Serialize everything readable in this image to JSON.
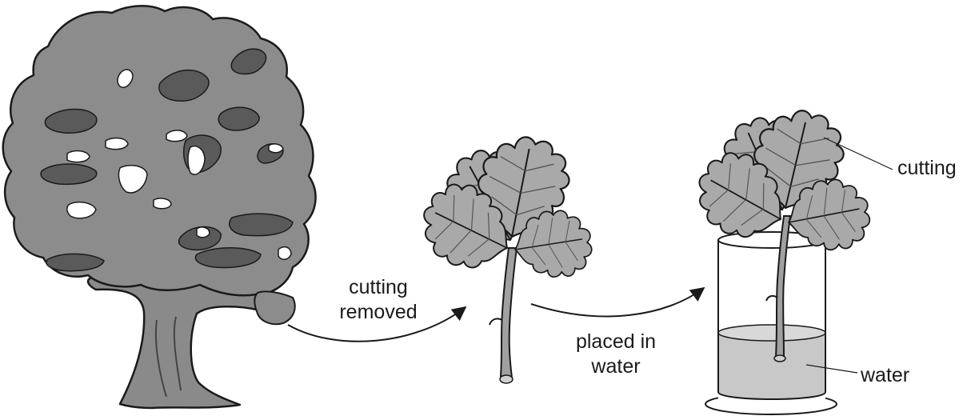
{
  "labels": {
    "cutting_removed": [
      "cutting",
      "removed"
    ],
    "placed_in_water": [
      "placed in",
      "water"
    ],
    "cutting": "cutting",
    "water": "water"
  },
  "colors": {
    "canopy": "#8c8c8c",
    "canopy_dark": "#5a5a5a",
    "trunk": "#8a8a8a",
    "leaf": "#a9a9a9",
    "water": "#c8c8c8",
    "outline": "#1a1a1a"
  }
}
